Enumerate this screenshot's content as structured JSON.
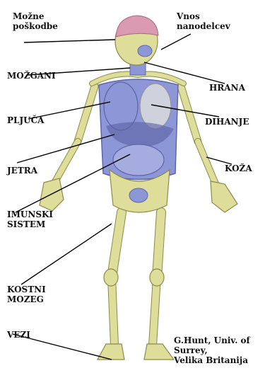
{
  "labels": {
    "possible_damage": "Možne\npoškodbe",
    "nanoparticle_intake": "Vnos\nnanodelcev",
    "brain": "MOŽGANI",
    "food": "HRANA",
    "lungs": "PLJUČA",
    "breathing": "DIHANJE",
    "liver": "JETRA",
    "skin": "KOŽA",
    "immune_system": "IMUNSKI\nSISTEM",
    "bone_marrow": "KOSTNI\nMOZEG",
    "ligaments": "VEZI",
    "credit": "G.Hunt, Univ. of\nSurrey,\nVelika Britanija"
  },
  "colors": {
    "bone": "#dede9a",
    "bone_outline": "#8a8a4a",
    "organ_blue": "#8d96d6",
    "organ_dark": "#5d66a8",
    "brain_pink": "#d99ab2",
    "lung_grey": "#cfd2dc",
    "line": "#000000"
  }
}
